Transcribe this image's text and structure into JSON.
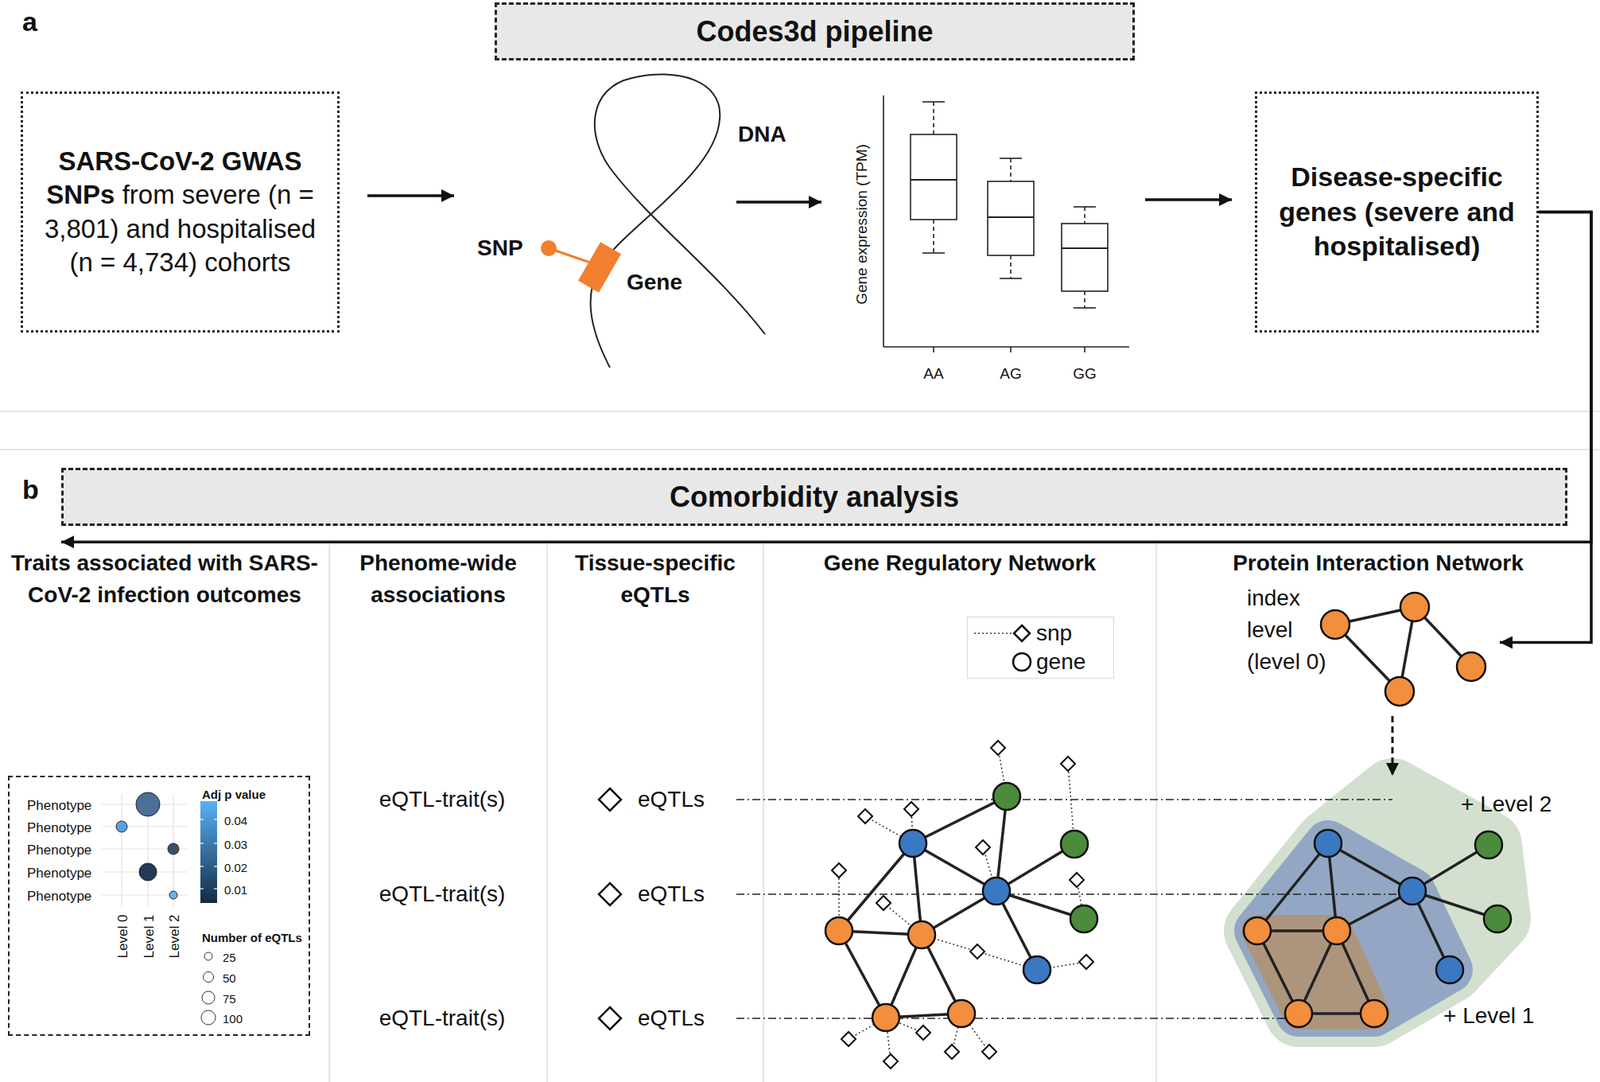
{
  "diagram": {
    "nodes": [
      {
        "text": [
          "Codes3d pipeline"
        ]
      },
      {
        "text": [
          "SARS-CoV-2 GWAS SNPs",
          "from severe (n = 3,801) and hospitalised (n = 4,734) cohorts"
        ]
      },
      {
        "text": [
          "Disease-specific genes (severe and hospitalised)"
        ]
      },
      {
        "text": [
          "Comorbidity analysis"
        ]
      },
      {
        "text": [
          "Traits associated with SARS-CoV-2 infection outcomes"
        ]
      },
      {
        "text": [
          "Phenotype",
          "Phenotype",
          "Phenotype",
          "Phenotype",
          "Phenotype",
          "Level 0",
          "Level 1",
          "Level 2",
          "Adj p value",
          "0.04",
          "0.03",
          "0.02",
          "0.01",
          "Number of eQTLs",
          "25",
          "50",
          "75",
          "100"
        ],
        "in": 4
      },
      {
        "text": [
          "Phenome-wide associations",
          "eQTL-trait(s)",
          "eQTL-trait(s)",
          "eQTL-trait(s)"
        ]
      },
      {
        "text": [
          "Tissue-specific eQTLs",
          "eQTLs",
          "eQTLs",
          "eQTLs"
        ]
      },
      {
        "text": [
          "Gene Regulatory Network"
        ]
      },
      {
        "text": [
          "Protein Interaction Network"
        ]
      },
      {
        "text": [
          "index level (level 0)"
        ],
        "in": 9
      }
    ],
    "edges": [
      {
        "from": 2,
        "to": 3,
        "arrow": "to"
      },
      {
        "from": 2,
        "to": 10,
        "arrow": "to"
      }
    ],
    "labels": [
      "a",
      "DNA",
      "SNP",
      "Gene",
      "Gene expression (TPM)",
      "AA",
      "AG",
      "GG",
      "b",
      "+ Level 2",
      "+ Level 1"
    ],
    "legend": [
      {
        "text": "snp"
      },
      {
        "text": "gene"
      }
    ]
  }
}
